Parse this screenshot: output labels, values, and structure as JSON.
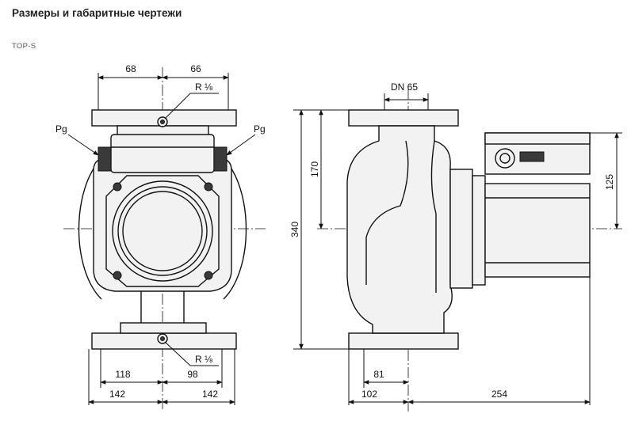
{
  "page": {
    "title": "Размеры и габаритные чертежи",
    "subtitle": "TOP-S"
  },
  "front_view": {
    "dim_top_left": "68",
    "dim_top_right": "66",
    "thread_top": "R ⅛",
    "thread_bottom": "R ⅛",
    "pg_left": "Pg",
    "pg_right": "Pg",
    "dim_bottom_inner_left": "118",
    "dim_bottom_inner_right": "98",
    "dim_bottom_outer_left": "142",
    "dim_bottom_outer_right": "142"
  },
  "side_view": {
    "dn_label": "DN 65",
    "dim_height_total": "340",
    "dim_height_upper": "170",
    "dim_motor_height": "125",
    "dim_81": "81",
    "dim_102": "102",
    "dim_254": "254"
  }
}
